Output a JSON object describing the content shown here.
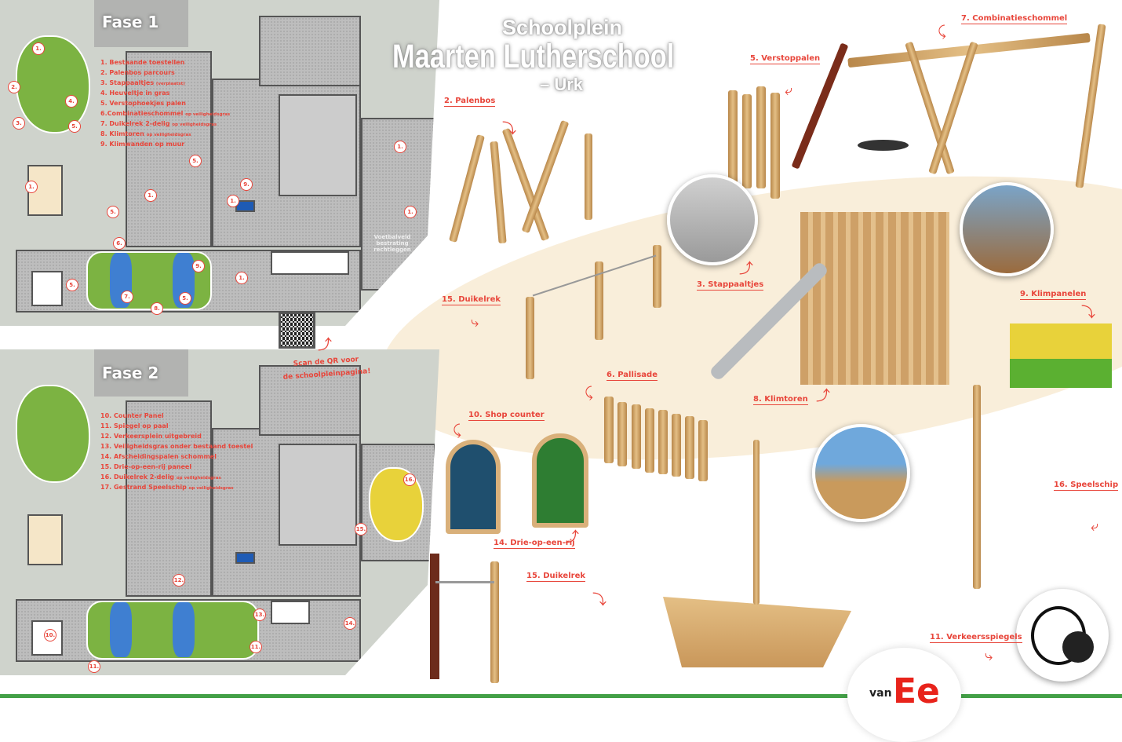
{
  "title": {
    "line1": "Schoolplein",
    "line2": "Maarten Lutherschool",
    "line3": "– Urk"
  },
  "fase1": {
    "heading": "Fase 1",
    "legend": [
      {
        "main": "1. Bestaande toestellen",
        "sub": ""
      },
      {
        "main": "2. Palenbos parcours",
        "sub": ""
      },
      {
        "main": "3. Stappaaltjes ",
        "sub": "(verplaatst)"
      },
      {
        "main": "4. Heuveltje in gras",
        "sub": ""
      },
      {
        "main": "5. Verstophoekjes palen",
        "sub": ""
      },
      {
        "main": "6.Combinatieschommel ",
        "sub": "op veiligheidsgras"
      },
      {
        "main": "7. Duikelrek 2-delig ",
        "sub": "op veiligheidsgras"
      },
      {
        "main": "8. Klimtoren ",
        "sub": "op veiligheidsgras"
      },
      {
        "main": "9. Klimwanden op muur",
        "sub": ""
      }
    ],
    "markers": [
      "1.",
      "2.",
      "3.",
      "4.",
      "5.",
      "1.",
      "5.",
      "1.",
      "5.",
      "6.",
      "5.",
      "9.",
      "1.",
      "1.",
      "1.",
      "9.",
      "5.",
      "7.",
      "8.",
      "1."
    ],
    "note": "Voetbalveld bestrating rechtleggen"
  },
  "fase2": {
    "heading": "Fase 2",
    "legend": [
      {
        "main": "10. Counter Panel",
        "sub": ""
      },
      {
        "main": "11. Spiegel op paal",
        "sub": ""
      },
      {
        "main": "12. Verkeersplein uitgebreid",
        "sub": ""
      },
      {
        "main": "13. Veiligheidsgras onder bestaand toestel",
        "sub": ""
      },
      {
        "main": "14. Afscheidingspalen schommel",
        "sub": ""
      },
      {
        "main": "15. Drie-op-een-rij paneel",
        "sub": ""
      },
      {
        "main": "16. Duikelrek 2-delig ",
        "sub": "op veiligheidsgras"
      },
      {
        "main": "17. Gestrand Speelschip ",
        "sub": "op veiligheidsgras"
      }
    ],
    "markers": [
      "16.",
      "15.",
      "12.",
      "10.",
      "11.",
      "13.",
      "11.",
      "14."
    ]
  },
  "qr": {
    "line1": "Scan de QR voor",
    "line2": "de schoolpleinpagina!"
  },
  "products": [
    "2. Palenbos",
    "5. Verstoppalen",
    "7. Combinatieschommel",
    "3. Stappaaltjes",
    "9. Klimpanelen",
    "15. Duikelrek",
    "6. Pallisade",
    "8. Klimtoren",
    "10. Shop counter",
    "16. Speelschip",
    "14. Drie-op-een-rij",
    "15. Duikelrek",
    "11. Verkeersspiegels"
  ],
  "logo": {
    "small": "van",
    "big": "Ee"
  },
  "colors": {
    "accent": "#e8463b",
    "grass": "#43a047",
    "wood": "#d9b07a"
  }
}
